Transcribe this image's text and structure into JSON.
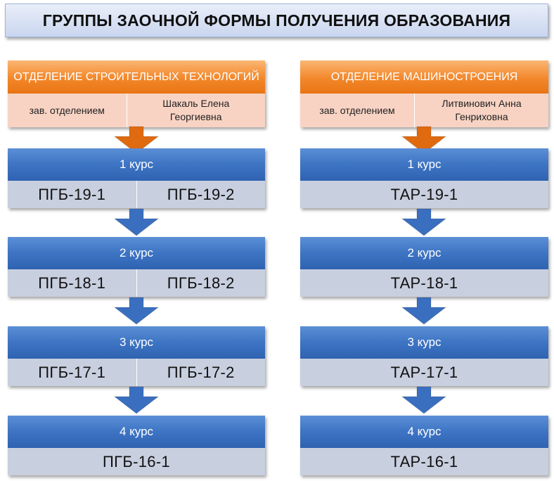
{
  "title": "ГРУППЫ ЗАОЧНОЙ ФОРМЫ ПОЛУЧЕНИЯ ОБРАЗОВАНИЯ",
  "colors": {
    "department_header": "#f2872a",
    "head_row": "#f8d3c3",
    "course_header": "#3d74c3",
    "group_row": "#c8cfdf",
    "flow_arrow_department": "#e06a10",
    "flow_arrow_course": "#3a6fc0"
  },
  "departments": [
    {
      "name": "ОТДЕЛЕНИЕ СТРОИТЕЛЬНЫХ ТЕХНОЛОГИЙ",
      "head_label": "зав. отделением",
      "head_name": "Шакаль Елена Георгиевна",
      "courses": [
        {
          "label": "1 курс",
          "groups": [
            "ПГБ-19-1",
            "ПГБ-19-2"
          ]
        },
        {
          "label": "2 курс",
          "groups": [
            "ПГБ-18-1",
            "ПГБ-18-2"
          ]
        },
        {
          "label": "3 курс",
          "groups": [
            "ПГБ-17-1",
            "ПГБ-17-2"
          ]
        },
        {
          "label": "4 курс",
          "groups": [
            "ПГБ-16-1"
          ]
        }
      ]
    },
    {
      "name": "ОТДЕЛЕНИЕ МАШИНОСТРОЕНИЯ",
      "head_label": "зав. отделением",
      "head_name": "Литвинович Анна Генриховна",
      "courses": [
        {
          "label": "1 курс",
          "groups": [
            "ТАР-19-1"
          ]
        },
        {
          "label": "2 курс",
          "groups": [
            "ТАР-18-1"
          ]
        },
        {
          "label": "3 курс",
          "groups": [
            "ТАР-17-1"
          ]
        },
        {
          "label": "4 курс",
          "groups": [
            "ТАР-16-1"
          ]
        }
      ]
    }
  ]
}
